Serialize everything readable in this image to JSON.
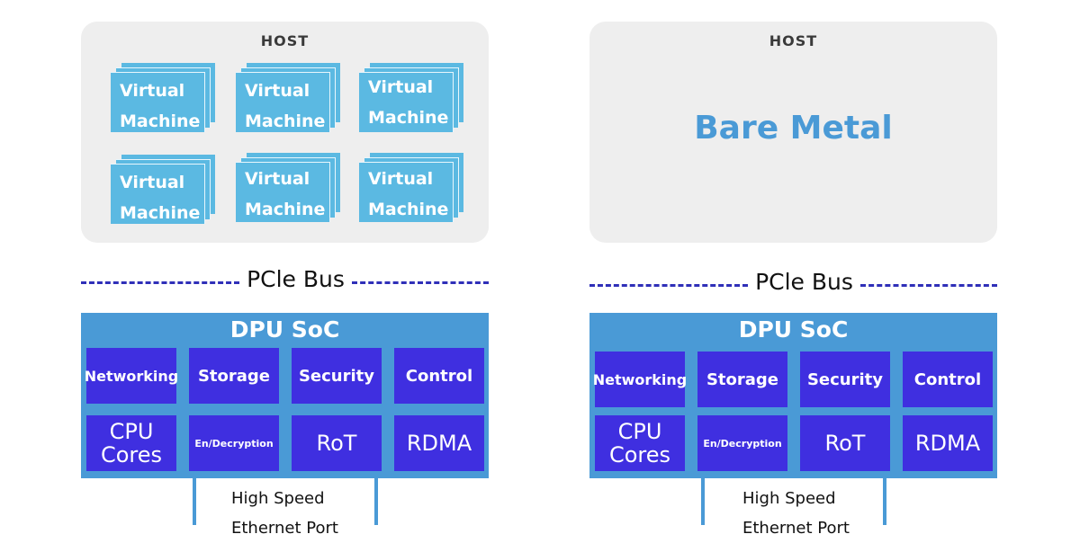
{
  "left": {
    "host_label": "HOST",
    "virtual_machines": [
      "Virtual\nMachine",
      "Virtual\nMachine",
      "Virtual\nMachine",
      "Virtual\nMachine",
      "Virtual\nMachine",
      "Virtual\nMachine"
    ],
    "bus_label": "PCle Bus",
    "dpu": {
      "title": "DPU SoC",
      "row1": [
        "Networking",
        "Storage",
        "Security",
        "Control"
      ],
      "row2": [
        "CPU\nCores",
        "En/Decryption",
        "RoT",
        "RDMA"
      ]
    },
    "ethernet_label": "High Speed\nEthernet Port"
  },
  "right": {
    "host_label": "HOST",
    "bare_metal": "Bare Metal",
    "bus_label": "PCle Bus",
    "dpu": {
      "title": "DPU SoC",
      "row1": [
        "Networking",
        "Storage",
        "Security",
        "Control"
      ],
      "row2": [
        "CPU\nCores",
        "En/Decryption",
        "RoT",
        "RDMA"
      ]
    },
    "ethernet_label": "High Speed\nEthernet Port"
  },
  "colors": {
    "host_bg": "#eeeeee",
    "vm_blue": "#5bb9e2",
    "dpu_bg": "#4a9ad6",
    "module_bg": "#3f2fe0",
    "bus_dash": "#2f2fb8",
    "bare_metal_text": "#4a9ad6"
  }
}
